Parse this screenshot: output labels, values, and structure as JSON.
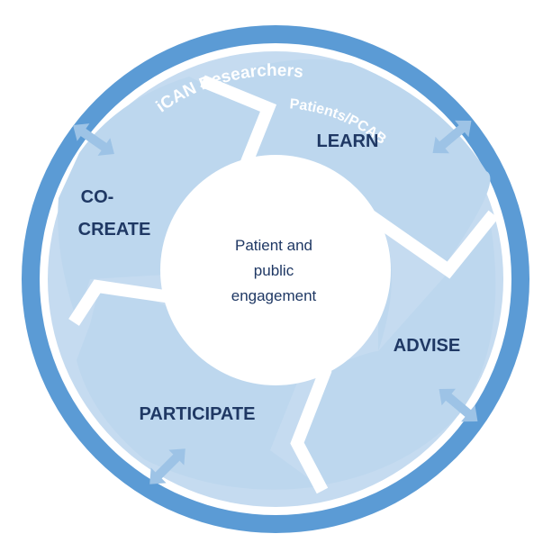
{
  "outer_ring_label": "iCAN Researchers",
  "inner_ring_label": "Patients/PCAB",
  "stages": {
    "learn": "LEARN",
    "advise": "ADVISE",
    "participate": "PARTICIPATE",
    "cocreate_line1": "CO-",
    "cocreate_line2": "CREATE"
  },
  "center": {
    "line1": "Patient and",
    "line2": "public",
    "line3": "engagement"
  },
  "colors": {
    "outer_ring": "#5b9bd5",
    "segment_fill": "#bdd7ee",
    "inner_ring": "#c5dbf0",
    "arrow": "#9dc3e6",
    "label": "#1f3864"
  }
}
